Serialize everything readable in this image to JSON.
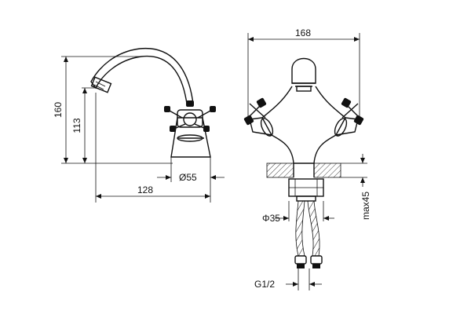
{
  "dimensions": {
    "height_total": "160",
    "height_spout": "113",
    "base_diameter": "Ø55",
    "reach": "128",
    "width_total": "168",
    "mount_max": "max45",
    "hose_diameter": "Φ35",
    "thread": "G1/2"
  },
  "colors": {
    "ink": "#111111",
    "background": "#ffffff"
  }
}
